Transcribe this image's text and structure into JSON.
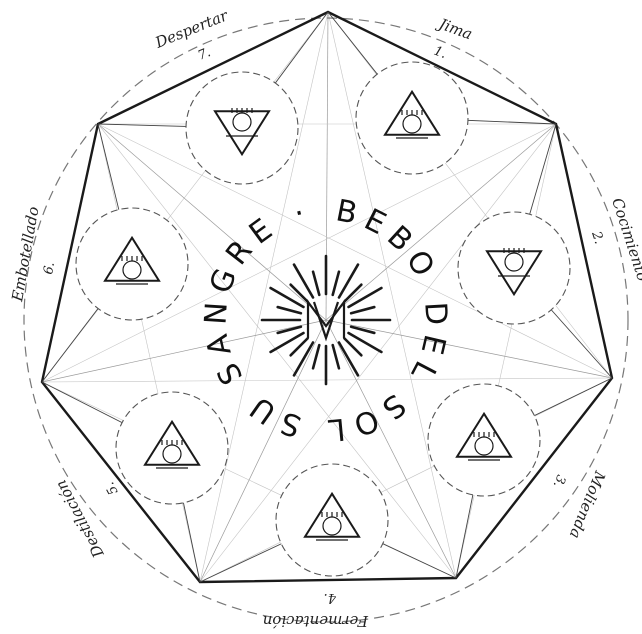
{
  "center_ring_text": "BEBO DEL SOL SU SANGRE ·",
  "stages": [
    {
      "id": "jima",
      "number": "1.",
      "label": "Jima"
    },
    {
      "id": "cocimiento",
      "number": "2.",
      "label": "Cocimiento"
    },
    {
      "id": "molienda",
      "number": "3.",
      "label": "Molienda"
    },
    {
      "id": "fermentacion",
      "number": "4.",
      "label": "Fermentación"
    },
    {
      "id": "destilacion",
      "number": "5.",
      "label": "Destilación"
    },
    {
      "id": "embotellado",
      "number": "6.",
      "label": "Embotellado"
    },
    {
      "id": "despertar",
      "number": "7.",
      "label": "Despertar"
    }
  ],
  "colors": {
    "ink": "#1a1a1a",
    "guide": "#9a9a9a",
    "background": "#ffffff"
  }
}
